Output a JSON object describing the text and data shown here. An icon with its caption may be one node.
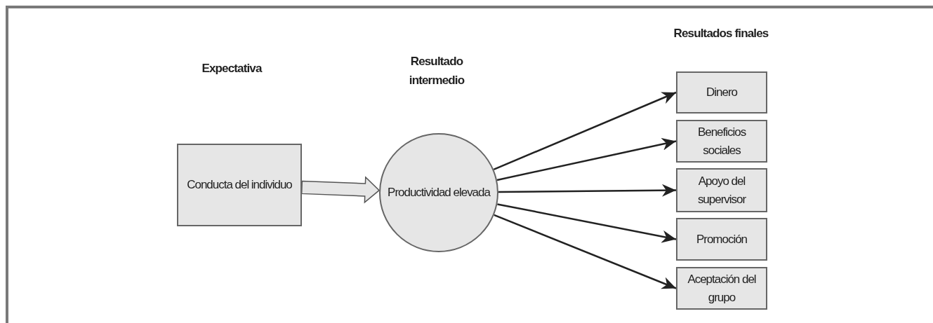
{
  "diagram": {
    "nodes": [
      {
        "text": [
          "Conducta del individuo"
        ]
      },
      {
        "text": [
          "Productividad elevada"
        ]
      },
      {
        "text": [
          "Dinero"
        ]
      },
      {
        "text": [
          "Beneficios sociales"
        ]
      },
      {
        "text": [
          "Apoyo del supervisor"
        ]
      },
      {
        "text": [
          "Promoción"
        ]
      },
      {
        "text": [
          "Aceptación del grupo"
        ]
      }
    ],
    "edges": [
      {
        "from": 0,
        "to": 1,
        "arrow": "to",
        "style": "thick"
      },
      {
        "from": 1,
        "to": 2,
        "arrow": "to"
      },
      {
        "from": 1,
        "to": 3,
        "arrow": "to"
      },
      {
        "from": 1,
        "to": 4,
        "arrow": "to"
      },
      {
        "from": 1,
        "to": 5,
        "arrow": "to"
      },
      {
        "from": 1,
        "to": 6,
        "arrow": "to"
      }
    ],
    "labels": [
      "Expectativa",
      "Resultado intermedio",
      "Resultados finales"
    ]
  }
}
